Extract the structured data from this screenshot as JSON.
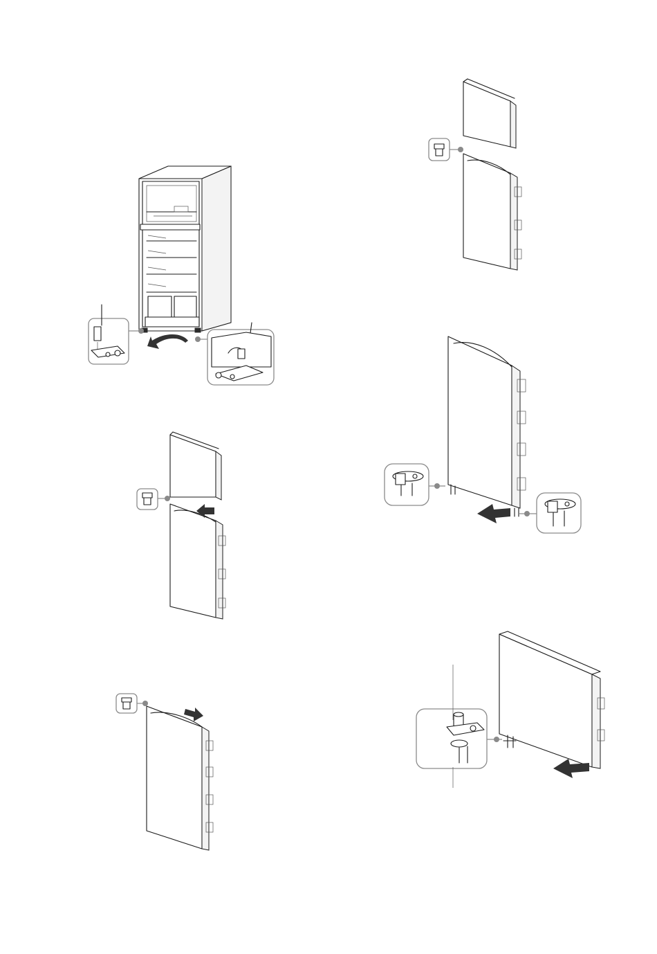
{
  "page": {
    "background": "#ffffff"
  },
  "colors": {
    "line": "#1a1a1a",
    "callout_border": "#8a8a8a",
    "arrow": "#333333"
  },
  "figures": [
    {
      "id": "fig-1",
      "subject": "refrigerator-open-hinge-removal"
    },
    {
      "id": "fig-2",
      "subject": "doors-with-hinge-cap"
    },
    {
      "id": "fig-3",
      "subject": "door-stacked-with-cap"
    },
    {
      "id": "fig-4",
      "subject": "fridge-door-slide-in"
    },
    {
      "id": "fig-5",
      "subject": "door-bottom-hinge-callouts"
    },
    {
      "id": "fig-6",
      "subject": "freezer-door-hinge-pin"
    }
  ],
  "icons": [
    "hinge-cap-icon",
    "hinge-bracket-icon",
    "screw-icon",
    "push-arrow-icon",
    "rotate-arrow-icon"
  ]
}
